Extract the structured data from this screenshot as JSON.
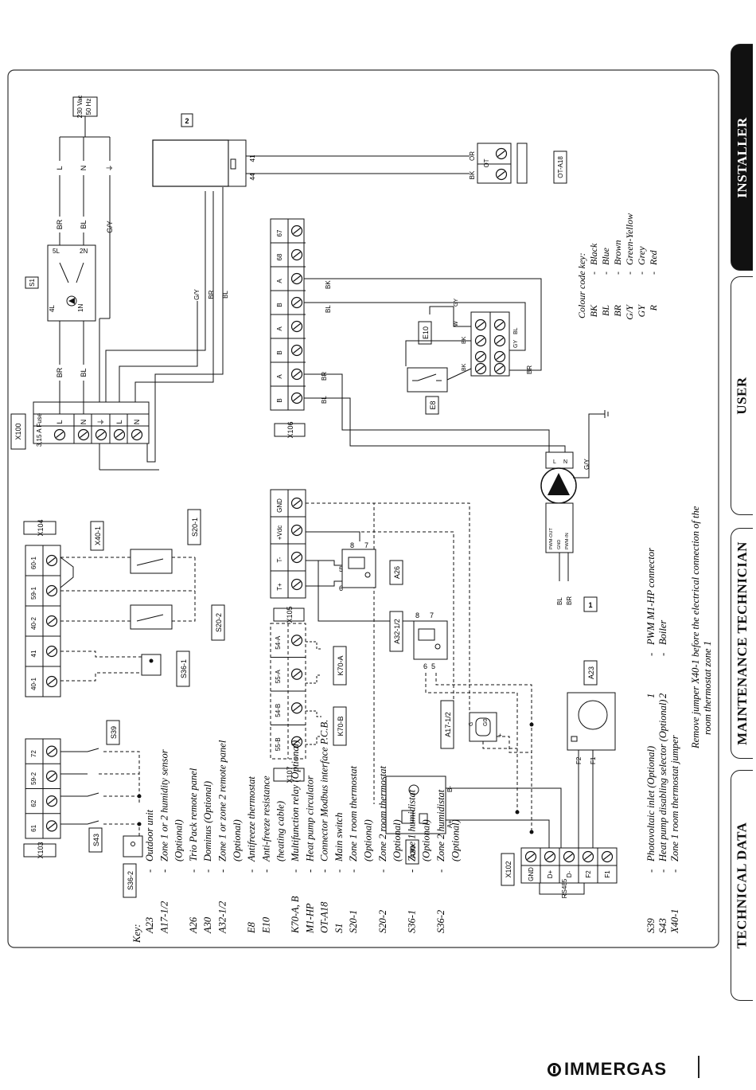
{
  "tabs": [
    {
      "label": "INSTALLER",
      "active": true
    },
    {
      "label": "USER",
      "active": false
    },
    {
      "label": "MAINTENANCE TECHNICIAN",
      "active": false
    },
    {
      "label": "TECHNICAL DATA",
      "active": false
    }
  ],
  "brand": "IMMERGAS",
  "power": {
    "line1": "230 Vac",
    "line2": "50 Hz",
    "L": "L",
    "N": "N",
    "earth": "⏚"
  },
  "wires": {
    "BR": "BR",
    "BL": "BL",
    "GY_": "G/Y",
    "BK": "BK",
    "OR": "OR",
    "GY": "GY",
    "W": "W"
  },
  "switch_s1": {
    "id": "S1",
    "t5L": "5L",
    "t2N": "2N",
    "t4L": "4L",
    "t1N": "1N"
  },
  "x100": {
    "id": "X100",
    "fuse": "3,15 A Fuse",
    "terms": [
      "L",
      "N",
      "⏚",
      "L",
      "N"
    ]
  },
  "x106": {
    "id": "X106",
    "terms": [
      "B",
      "A",
      "B",
      "A",
      "B",
      "A",
      "68",
      "67"
    ]
  },
  "x104": {
    "id": "X104",
    "terms": [
      "40-1",
      "41",
      "40-2",
      "59-1",
      "60-1"
    ]
  },
  "x105": {
    "id": "X105",
    "terms": [
      "T+",
      "T-",
      "+Vdc",
      "GND"
    ]
  },
  "x103": {
    "id": "X103",
    "terms": [
      "61",
      "62",
      "59-2",
      "72"
    ]
  },
  "x107": {
    "id": "X107",
    "terms": [
      "55-B",
      "54-B",
      "55-A",
      "54-A"
    ]
  },
  "x102": {
    "id": "X102",
    "group": "RS485",
    "terms": [
      "GND",
      "D+",
      "D-",
      "F2",
      "F1"
    ]
  },
  "boiler_terms": {
    "t41": "41",
    "t44": "44"
  },
  "ot_a18": {
    "id": "OT-A18",
    "ot": "OT"
  },
  "pump": {
    "L": "L",
    "N": "N",
    "pwm_out": "PWM-OUT",
    "gnd": "GND",
    "pwm_in": "PWM-IN"
  },
  "terminal_block": {
    "n": "N",
    "l": "L",
    "plus": "+"
  },
  "labels": {
    "n1": "1",
    "n2": "2",
    "e10": "E10",
    "e8": "E8",
    "a26": "A26",
    "a23": "A23",
    "a30": "A30",
    "a32": "A32-1/2",
    "a17": "A17-1/2",
    "x40": "X40-1",
    "s20_1": "S20-1",
    "s20_2": "S20-2",
    "s36_1": "S36-1",
    "s36_2": "S36-2",
    "s39": "S39",
    "s43": "S43",
    "k70a": "K70-A",
    "k70b": "K70-B",
    "pin8": "8",
    "pin7": "7",
    "pin5": "5",
    "pin6": "6",
    "g": "G",
    "g0": "G0",
    "bplus": "B+",
    "bminus": "B-",
    "aplus": "A+",
    "f2": "F2",
    "f1": "F1"
  },
  "colour_key": {
    "title": "Colour code key:",
    "items": [
      {
        "code": "BK",
        "name": "Black"
      },
      {
        "code": "BL",
        "name": "Blue"
      },
      {
        "code": "BR",
        "name": "Brown"
      },
      {
        "code": "G/Y",
        "name": "Green-Yellow"
      },
      {
        "code": "GY",
        "name": "Grey"
      },
      {
        "code": "R",
        "name": "Red"
      }
    ]
  },
  "key_title": "Key:",
  "key": [
    {
      "code": "A23",
      "text": "Outdoor unit"
    },
    {
      "code": "A17-1/2",
      "text": "Zone 1 or 2 humidity sensor"
    },
    {
      "code": "",
      "text": "(Optional)"
    },
    {
      "code": "A26",
      "text": "Trio Pack remote panel"
    },
    {
      "code": "A30",
      "text": "Dominus (Optional)"
    },
    {
      "code": "A32-1/2",
      "text": "Zone 1 or zone 2 remote panel"
    },
    {
      "code": "",
      "text": "(Optional)"
    },
    {
      "code": "E8",
      "text": "Antifreeze thermostat"
    },
    {
      "code": "E10",
      "text": "Anti-freeze resistance"
    },
    {
      "code": "",
      "text": "(heating cable)"
    },
    {
      "code": "K70-A, B",
      "text": "Multifunction relay (Optional)"
    },
    {
      "code": "M1-HP",
      "text": "Heat pump circulator"
    },
    {
      "code": "OT-A18",
      "text": "Connector Modbus interface P.C.B."
    },
    {
      "code": "S1",
      "text": "Main switch"
    },
    {
      "code": "S20-1",
      "text": "Zone 1 room thermostat"
    },
    {
      "code": "",
      "text": "(Optional)"
    },
    {
      "code": "S20-2",
      "text": "Zone 2 room thermostat"
    },
    {
      "code": "",
      "text": "(Optional)"
    },
    {
      "code": "S36-1",
      "text": "Zone 1 humidistat"
    },
    {
      "code": "",
      "text": "(Optional)"
    },
    {
      "code": "S36-2",
      "text": "Zone 2 humidistat"
    },
    {
      "code": "",
      "text": "(Optional)"
    }
  ],
  "key2": [
    {
      "code": "S39",
      "text": "Photovoltaic inlet (Optional)"
    },
    {
      "code": "S43",
      "text": "Heat pump disabling selector (Optional)"
    },
    {
      "code": "X40-1",
      "text": "Zone 1 room thermostat jumper"
    }
  ],
  "key3": [
    {
      "code": "1",
      "text": "PWM M1-HP connector"
    },
    {
      "code": "2",
      "text": "Boiler"
    }
  ],
  "note_line1": "Remove jumper X40-1 before the electrical connection of the",
  "note_line2": "room thermostat zone 1"
}
